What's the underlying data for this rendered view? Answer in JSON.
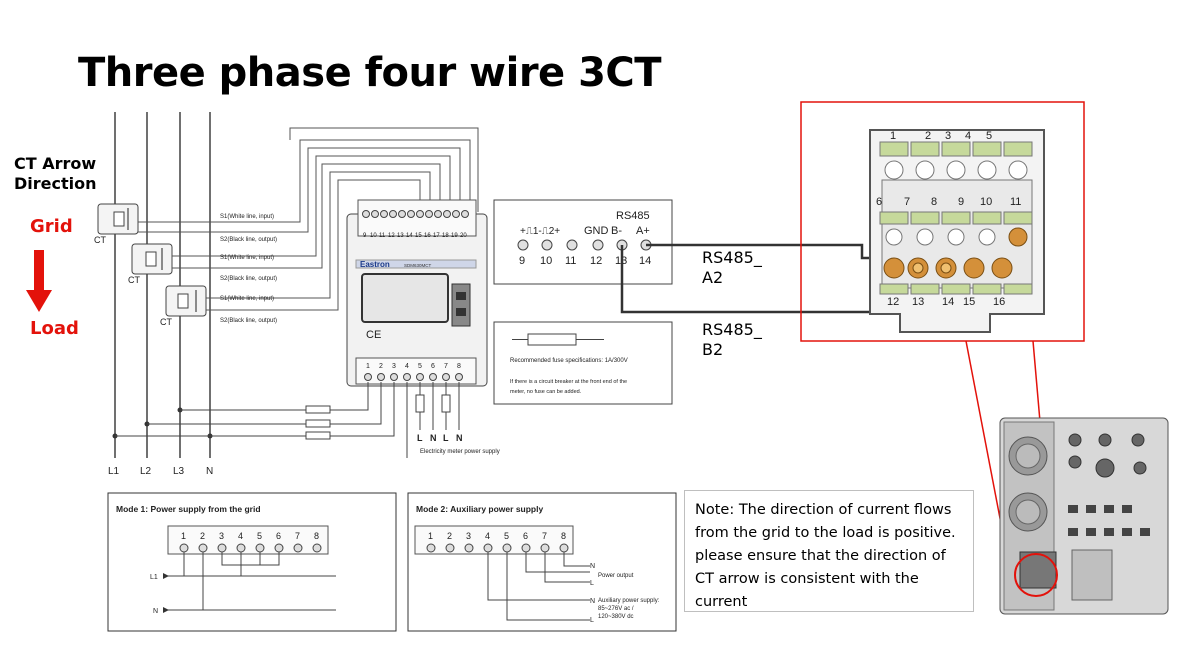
{
  "title": "Three phase four wire 3CT",
  "ct_direction": {
    "line1": "CT Arrow",
    "line2": "Direction"
  },
  "grid_label": "Grid",
  "load_label": "Load",
  "ct_tag": "CT",
  "ct_wires": [
    "S1(White line, input)",
    "S2(Black line, output)",
    "S1(White line, input)",
    "S2(Black line, output)",
    "S1(White line, input)",
    "S2(Black line, output)"
  ],
  "meter": {
    "brand": "Eastron",
    "model": "SDM630MCT",
    "ce_mark": "CE",
    "top_terminals": [
      "9",
      "10",
      "11",
      "12",
      "13",
      "14",
      "15",
      "16",
      "17",
      "18",
      "19",
      "20"
    ],
    "bottom_terminals": [
      "1",
      "2",
      "3",
      "4",
      "5",
      "6",
      "7",
      "8"
    ]
  },
  "phase_lines": [
    "L1",
    "L2",
    "L3",
    "N"
  ],
  "power_terminals": [
    "L",
    "N",
    "L",
    "N"
  ],
  "power_supply_label": "Electricity meter power supply",
  "rs485_box": {
    "header": "RS485",
    "signals": [
      "+⎍1-⎍2+",
      "GND",
      "B-",
      "A+"
    ],
    "numbers": [
      "9",
      "10",
      "11",
      "12",
      "13",
      "14"
    ]
  },
  "fuse_box": {
    "spec": "Recommended fuse specifications: 1A/300V",
    "note_line1": "If there is a circuit breaker at the front end of the",
    "note_line2": "meter, no fuse can be added."
  },
  "rs485_a": {
    "line1": "RS485_",
    "line2": "A2"
  },
  "rs485_b": {
    "line1": "RS485_",
    "line2": "B2"
  },
  "connector": {
    "top_numbers": [
      "1",
      "2",
      "3",
      "4",
      "5"
    ],
    "mid_numbers": [
      "6",
      "7",
      "8",
      "9",
      "10",
      "11"
    ],
    "bottom_numbers": [
      "12",
      "13",
      "14",
      "15",
      "16"
    ]
  },
  "mode1": {
    "title": "Mode 1: Power supply from the grid",
    "terminals": [
      "1",
      "2",
      "3",
      "4",
      "5",
      "6",
      "7",
      "8"
    ],
    "l1": "L1",
    "n": "N"
  },
  "mode2": {
    "title": "Mode 2: Auxiliary power supply",
    "terminals": [
      "1",
      "2",
      "3",
      "4",
      "5",
      "6",
      "7",
      "8"
    ],
    "power_output": "Power output",
    "aux_line1": "Auxiliary power supply:",
    "aux_line2": "85~276V ac /",
    "aux_line3": "120~380V dc",
    "n": "N",
    "l": "L"
  },
  "note": "Note: The direction of current flows from the grid to the load is positive. please ensure that the direction of CT arrow is consistent with the current",
  "colors": {
    "red": "#e3120b",
    "connector_green": "#c6d99b",
    "connector_orange": "#d4903a",
    "line": "#333333"
  }
}
